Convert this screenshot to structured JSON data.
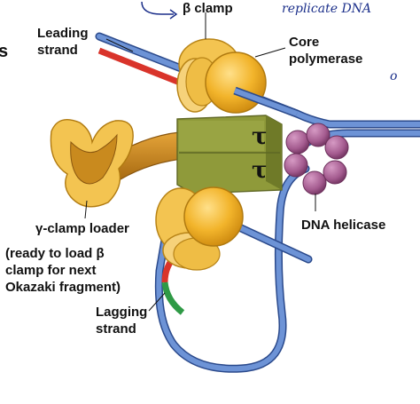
{
  "labels": {
    "leading_strand": [
      "Leading",
      "strand"
    ],
    "beta_clamp": "β clamp",
    "core_polymerase": [
      "Core",
      "polymerase"
    ],
    "tau_subunit": "τ",
    "dna_helicase": "DNA helicase",
    "gamma_clamp_loader": "γ-clamp loader",
    "clamp_loader_note": [
      "(ready to load β",
      "clamp for next",
      "Okazaki fragment)"
    ],
    "lagging_strand": [
      "Lagging",
      "strand"
    ]
  },
  "annotations": {
    "handwritten_top": "replicate DNA",
    "left_edge_letter": "s"
  },
  "colors": {
    "dna_blue": "#5b82cc",
    "dna_blue_edge": "#2b4a8c",
    "primer_red": "#d9342b",
    "primer_green": "#2f9a46",
    "clamp_yellow": "#f3c451",
    "polymerase_yellow": "#f2b42b",
    "loader_orange": "#c98a1e",
    "tau_olive": "#8f9a3a",
    "helicase_purple": "#a45b8f"
  }
}
